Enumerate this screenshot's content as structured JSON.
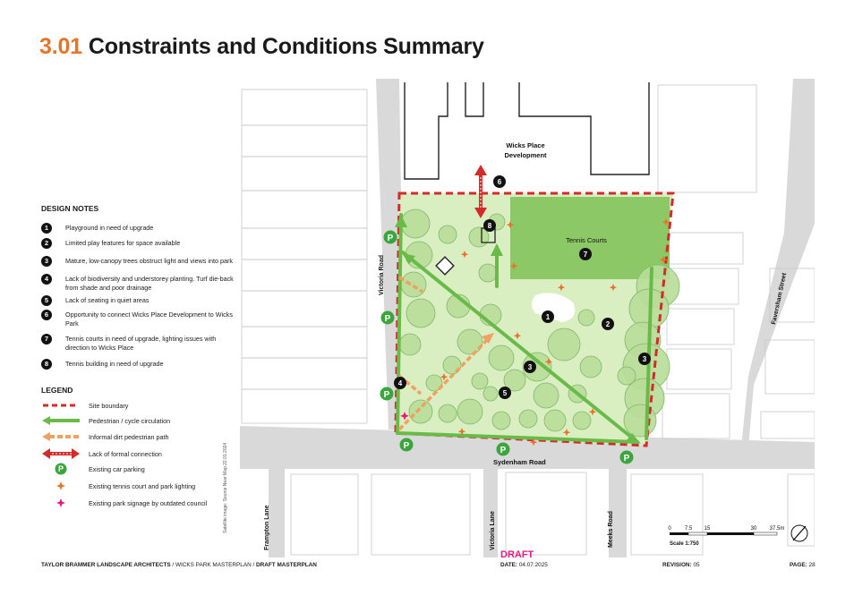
{
  "header": {
    "number": "3.01",
    "title": "Constraints and Conditions Summary"
  },
  "design_notes": {
    "heading": "DESIGN NOTES",
    "items": [
      {
        "num": "1",
        "text": "Playground in need of upgrade"
      },
      {
        "num": "2",
        "text": "Limited play features for space available"
      },
      {
        "num": "3",
        "text": "Mature, low-canopy trees obstruct light and views into park"
      },
      {
        "num": "4",
        "text": "Lack of biodiversity and understorey planting. Turf die-back from shade and poor drainage"
      },
      {
        "num": "5",
        "text": "Lack of seating in quiet areas"
      },
      {
        "num": "6",
        "text": "Opportunity to connect Wicks Place Development to Wicks Park"
      },
      {
        "num": "7",
        "text": "Tennis courts in need of upgrade, lighting issues with direction to Wicks Place"
      },
      {
        "num": "8",
        "text": "Tennis building in need of upgrade"
      }
    ]
  },
  "legend": {
    "heading": "LEGEND",
    "items": [
      {
        "label": "Site boundary",
        "icon": "site-boundary-dashed-line"
      },
      {
        "label": "Pedestrian / cycle circulation",
        "icon": "green-arrow"
      },
      {
        "label": "Informal dirt pedestrian path",
        "icon": "orange-dashed-arrow"
      },
      {
        "label": "Lack of formal connection",
        "icon": "red-double-arrow"
      },
      {
        "label": "Existing car parking",
        "icon": "parking-p-icon"
      },
      {
        "label": "Existing tennis court and park lighting",
        "icon": "orange-star"
      },
      {
        "label": "Existing park signage by outdated council",
        "icon": "pink-star"
      }
    ]
  },
  "map_labels": {
    "wicks_place": [
      "Wicks Place",
      "Development"
    ],
    "tennis_courts": "Tennis Courts",
    "victoria_road": "Victoria Road",
    "faversham_street": "Faversham Street",
    "sydenham_road": "Sydenham Road",
    "frampton_lane": "Frampton Lane",
    "victoria_lane": "Victoria Lane",
    "meeks_road": "Meeks Road",
    "parking": "P",
    "scale_ticks": [
      "0",
      "7.5",
      "15",
      "30",
      "37.5m"
    ],
    "scale_label": "Scale 1:750",
    "credit": "Satellite image: Source Near Map 22.01.2024"
  },
  "footer": {
    "company": "TAYLOR BRAMMER LANDSCAPE ARCHITECTS",
    "project": " / WICKS PARK MASTERPLAN / ",
    "doc": "DRAFT MASTERPLAN",
    "draft": "DRAFT",
    "date_label": "DATE:",
    "date": "04.07.2025",
    "revision_label": "REVISION:",
    "revision": "05",
    "page_label": "PAGE:",
    "page": "28"
  },
  "colors": {
    "accent": "#e8732a",
    "boundary": "#d42a2a",
    "green_path": "#6aba4a",
    "park": "#d9efc2",
    "tennis": "#8cc865",
    "road": "#d9d9d9",
    "draft": "#e6197e"
  }
}
